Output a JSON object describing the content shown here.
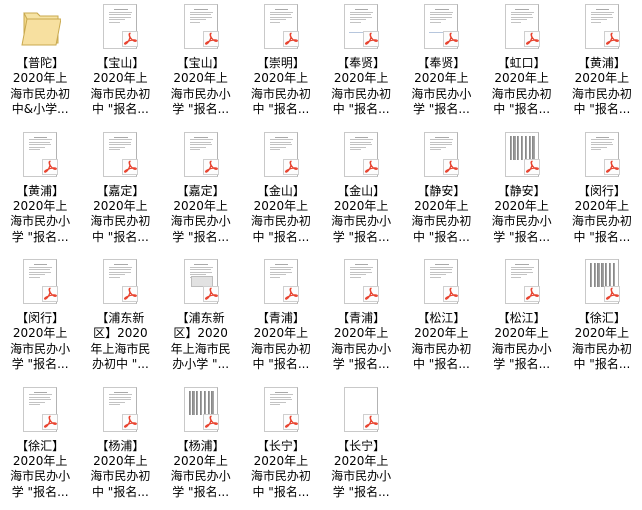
{
  "view": {
    "type": "file-explorer-icon-grid",
    "columns": 8,
    "rows": 4,
    "item_count": 29,
    "background_color": "#ffffff",
    "text_color": "#000000",
    "pdf_accent_color": "#e8432f"
  },
  "items": [
    {
      "icon": "folder-icon",
      "thumb": "folder",
      "district": "【普陀】",
      "line2": "2020年上",
      "line3": "海市民办初",
      "line4": "中&小学...",
      "full_label": "【普陀】2020年上海市民办初中&小学..."
    },
    {
      "icon": "pdf-document-icon",
      "thumb": "page-text",
      "district": "【宝山】",
      "line2": "2020年上",
      "line3": "海市民办初",
      "line4": "中 \"报名...",
      "full_label": "【宝山】2020年上海市民办初中 \"报名..."
    },
    {
      "icon": "pdf-document-icon",
      "thumb": "page-text",
      "district": "【宝山】",
      "line2": "2020年上",
      "line3": "海市民办小",
      "line4": "学 \"报名...",
      "full_label": "【宝山】2020年上海市民办小学 \"报名..."
    },
    {
      "icon": "pdf-document-icon",
      "thumb": "page-text",
      "district": "【崇明】",
      "line2": "2020年上",
      "line3": "海市民办初",
      "line4": "中 \"报名...",
      "full_label": "【崇明】2020年上海市民办初中 \"报名..."
    },
    {
      "icon": "pdf-document-icon",
      "thumb": "page-text-rule",
      "district": "【奉贤】",
      "line2": "2020年上",
      "line3": "海市民办初",
      "line4": "中 \"报名...",
      "full_label": "【奉贤】2020年上海市民办初中 \"报名..."
    },
    {
      "icon": "pdf-document-icon",
      "thumb": "page-text-rule",
      "district": "【奉贤】",
      "line2": "2020年上",
      "line3": "海市民办小",
      "line4": "学 \"报名...",
      "full_label": "【奉贤】2020年上海市民办小学 \"报名..."
    },
    {
      "icon": "pdf-document-icon",
      "thumb": "page-text",
      "district": "【虹口】",
      "line2": "2020年上",
      "line3": "海市民办初",
      "line4": "中 \"报名...",
      "full_label": "【虹口】2020年上海市民办初中 \"报名..."
    },
    {
      "icon": "pdf-document-icon",
      "thumb": "page-text",
      "district": "【黄浦】",
      "line2": "2020年上",
      "line3": "海市民办初",
      "line4": "中 \"报名...",
      "full_label": "【黄浦】2020年上海市民办初中 \"报名..."
    },
    {
      "icon": "pdf-document-icon",
      "thumb": "page-text",
      "district": "【黄浦】",
      "line2": "2020年上",
      "line3": "海市民办小",
      "line4": "学 \"报名...",
      "full_label": "【黄浦】2020年上海市民办小学 \"报名..."
    },
    {
      "icon": "pdf-document-icon",
      "thumb": "page-text",
      "district": "【嘉定】",
      "line2": "2020年上",
      "line3": "海市民办初",
      "line4": "中 \"报名...",
      "full_label": "【嘉定】2020年上海市民办初中 \"报名..."
    },
    {
      "icon": "pdf-document-icon",
      "thumb": "page-text",
      "district": "【嘉定】",
      "line2": "2020年上",
      "line3": "海市民办小",
      "line4": "学 \"报名...",
      "full_label": "【嘉定】2020年上海市民办小学 \"报名..."
    },
    {
      "icon": "pdf-document-icon",
      "thumb": "page-text",
      "district": "【金山】",
      "line2": "2020年上",
      "line3": "海市民办初",
      "line4": "中 \"报名...",
      "full_label": "【金山】2020年上海市民办初中 \"报名..."
    },
    {
      "icon": "pdf-document-icon",
      "thumb": "page-text",
      "district": "【金山】",
      "line2": "2020年上",
      "line3": "海市民办小",
      "line4": "学 \"报名...",
      "full_label": "【金山】2020年上海市民办小学 \"报名..."
    },
    {
      "icon": "pdf-document-icon",
      "thumb": "page-text",
      "district": "【静安】",
      "line2": "2020年上",
      "line3": "海市民办初",
      "line4": "中 \"报名...",
      "full_label": "【静安】2020年上海市民办初中 \"报名..."
    },
    {
      "icon": "pdf-document-icon",
      "thumb": "page-columns",
      "district": "【静安】",
      "line2": "2020年上",
      "line3": "海市民办小",
      "line4": "学 \"报名...",
      "full_label": "【静安】2020年上海市民办小学 \"报名..."
    },
    {
      "icon": "pdf-document-icon",
      "thumb": "page-text",
      "district": "【闵行】",
      "line2": "2020年上",
      "line3": "海市民办初",
      "line4": "中 \"报名...",
      "full_label": "【闵行】2020年上海市民办初中 \"报名..."
    },
    {
      "icon": "pdf-document-icon",
      "thumb": "page-text",
      "district": "【闵行】",
      "line2": "2020年上",
      "line3": "海市民办小",
      "line4": "学 \"报名...",
      "full_label": "【闵行】2020年上海市民办小学 \"报名..."
    },
    {
      "icon": "pdf-document-icon",
      "thumb": "page-text",
      "district": "【浦东新",
      "line2": "区】2020",
      "line3": "年上海市民",
      "line4": "办初中 \"...",
      "full_label": "【浦东新区】2020年上海市民办初中 \"..."
    },
    {
      "icon": "pdf-document-icon",
      "thumb": "page-block",
      "district": "【浦东新",
      "line2": "区】2020",
      "line3": "年上海市民",
      "line4": "办小学 \"...",
      "full_label": "【浦东新区】2020年上海市民办小学 \"..."
    },
    {
      "icon": "pdf-document-icon",
      "thumb": "page-text",
      "district": "【青浦】",
      "line2": "2020年上",
      "line3": "海市民办初",
      "line4": "中 \"报名...",
      "full_label": "【青浦】2020年上海市民办初中 \"报名..."
    },
    {
      "icon": "pdf-document-icon",
      "thumb": "page-text",
      "district": "【青浦】",
      "line2": "2020年上",
      "line3": "海市民办小",
      "line4": "学 \"报名...",
      "full_label": "【青浦】2020年上海市民办小学 \"报名..."
    },
    {
      "icon": "pdf-document-icon",
      "thumb": "page-text",
      "district": "【松江】",
      "line2": "2020年上",
      "line3": "海市民办初",
      "line4": "中 \"报名...",
      "full_label": "【松江】2020年上海市民办初中 \"报名..."
    },
    {
      "icon": "pdf-document-icon",
      "thumb": "page-text",
      "district": "【松江】",
      "line2": "2020年上",
      "line3": "海市民办小",
      "line4": "学 \"报名...",
      "full_label": "【松江】2020年上海市民办小学 \"报名..."
    },
    {
      "icon": "pdf-document-icon",
      "thumb": "page-columns",
      "district": "【徐汇】",
      "line2": "2020年上",
      "line3": "海市民办初",
      "line4": "中 \"报名...",
      "full_label": "【徐汇】2020年上海市民办初中 \"报名..."
    },
    {
      "icon": "pdf-document-icon",
      "thumb": "page-text",
      "district": "【徐汇】",
      "line2": "2020年上",
      "line3": "海市民办小",
      "line4": "学 \"报名...",
      "full_label": "【徐汇】2020年上海市民办小学 \"报名..."
    },
    {
      "icon": "pdf-document-icon",
      "thumb": "page-text",
      "district": "【杨浦】",
      "line2": "2020年上",
      "line3": "海市民办初",
      "line4": "中 \"报名...",
      "full_label": "【杨浦】2020年上海市民办初中 \"报名..."
    },
    {
      "icon": "pdf-document-icon",
      "thumb": "page-columns",
      "district": "【杨浦】",
      "line2": "2020年上",
      "line3": "海市民办小",
      "line4": "学 \"报名...",
      "full_label": "【杨浦】2020年上海市民办小学 \"报名..."
    },
    {
      "icon": "pdf-document-icon",
      "thumb": "page-text",
      "district": "【长宁】",
      "line2": "2020年上",
      "line3": "海市民办初",
      "line4": "中 \"报名...",
      "full_label": "【长宁】2020年上海市民办初中 \"报名..."
    },
    {
      "icon": "pdf-document-icon",
      "thumb": "page-blank",
      "district": "【长宁】",
      "line2": "2020年上",
      "line3": "海市民办小",
      "line4": "学 \"报名...",
      "full_label": "【长宁】2020年上海市民办小学 \"报名..."
    }
  ]
}
